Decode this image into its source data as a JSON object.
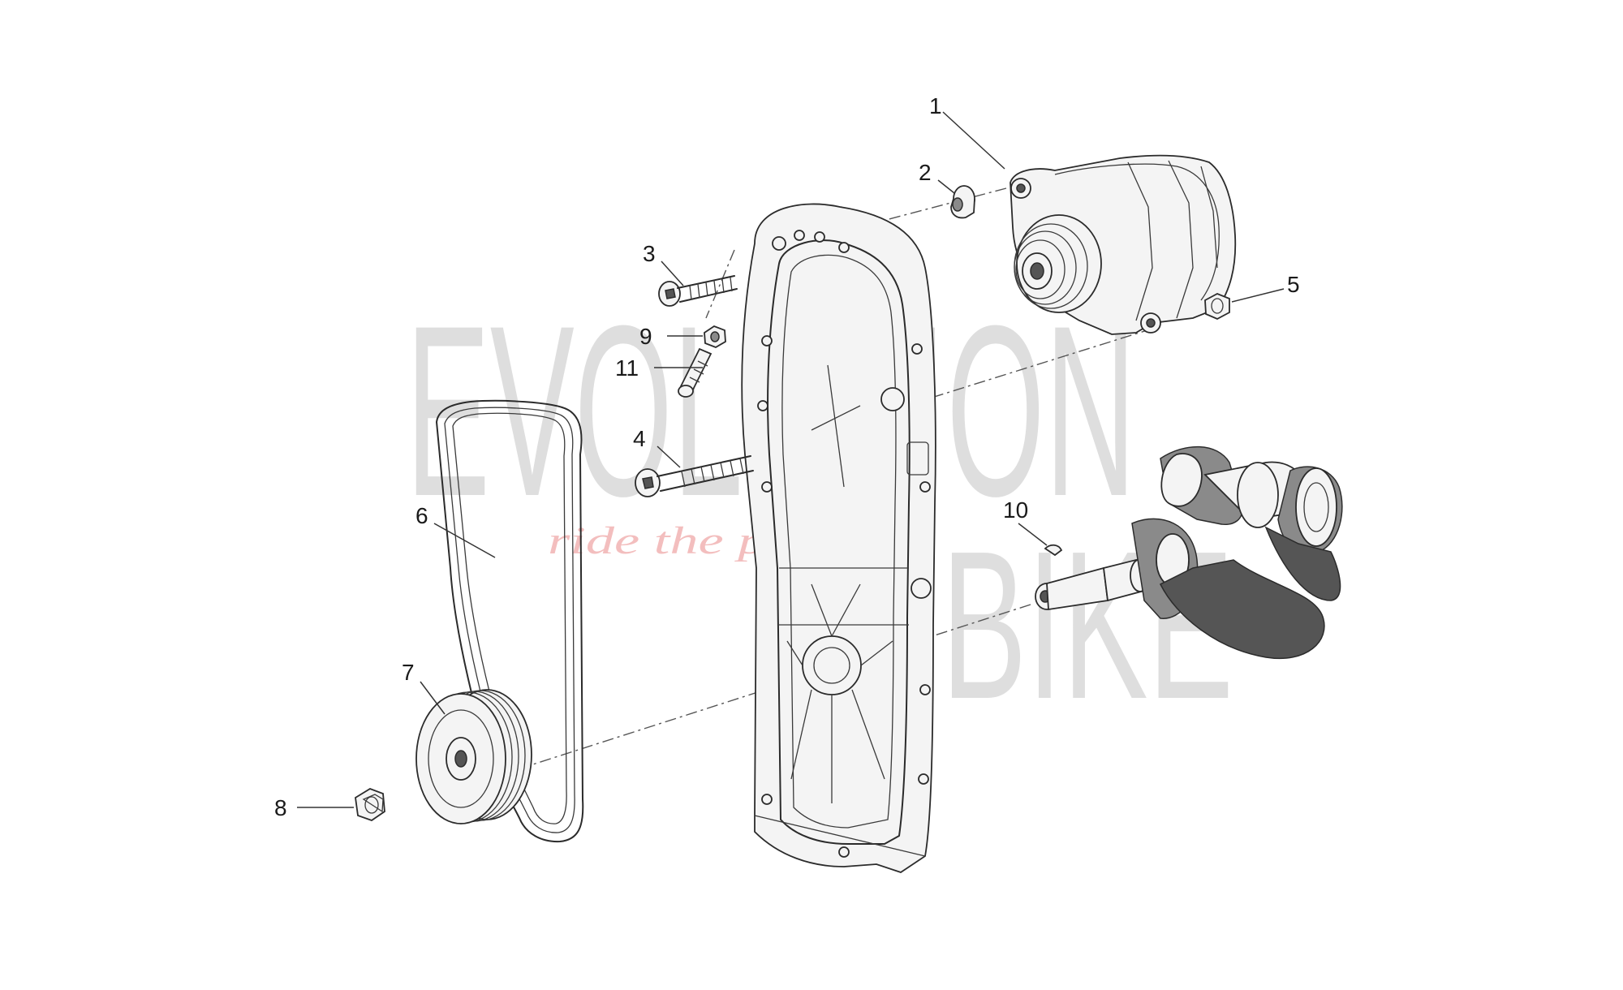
{
  "diagram": {
    "watermark": {
      "brand_top": "EVOLUTION",
      "brand_bottom": "BIKE",
      "slogan": "ride the power"
    },
    "callouts": [
      "1",
      "2",
      "3",
      "4",
      "5",
      "6",
      "7",
      "8",
      "9",
      "10",
      "11"
    ],
    "colors": {
      "line": "#2b2b2b",
      "watermark": "#d9d9d9",
      "slogan": "#f2b8b8",
      "background": "#ffffff"
    }
  }
}
